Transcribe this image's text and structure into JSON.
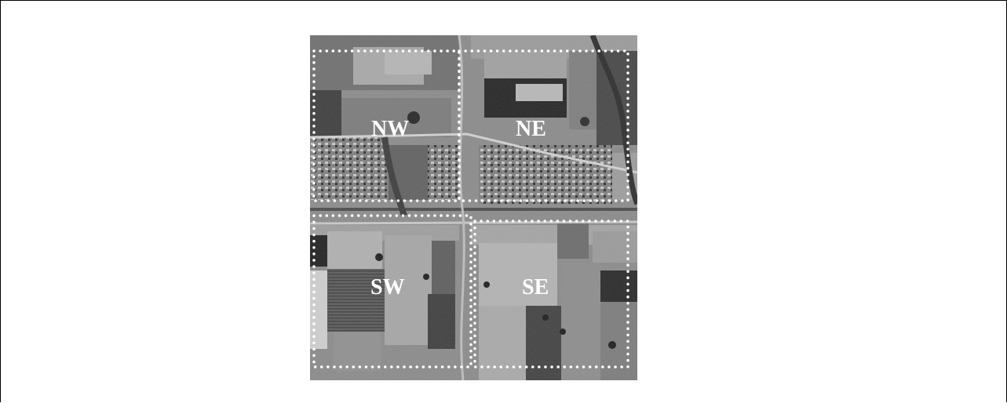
{
  "figure": {
    "kind": "aerial photograph divided into four quadrants",
    "tone": "grayscale",
    "quadrant_outline_style": "white dotted",
    "quadrants": [
      {
        "id": "nw",
        "label": "NW"
      },
      {
        "id": "ne",
        "label": "NE"
      },
      {
        "id": "sw",
        "label": "SW"
      },
      {
        "id": "se",
        "label": "SE"
      }
    ]
  }
}
